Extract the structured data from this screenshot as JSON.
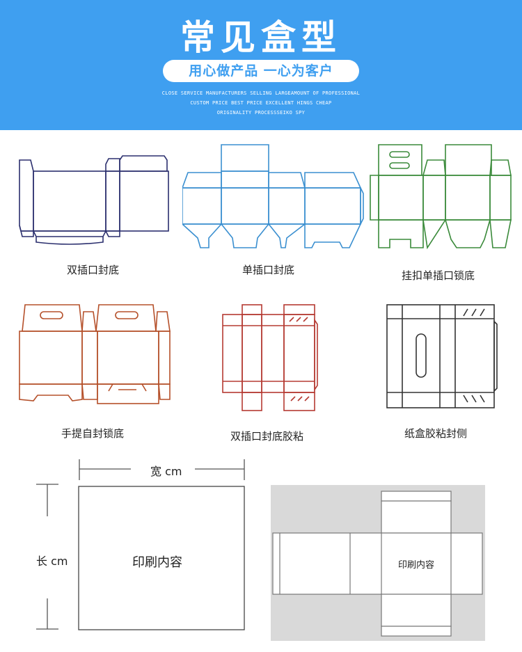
{
  "header": {
    "title": "常见盒型",
    "slogan": "用心做产品  一心为客户",
    "tagline": [
      "CLOSE SERVICE MANUFACTURERS SELLING LARGEAMOUNT OF PROFESSIONAL",
      "CUSTOM PRICE BEST PRICE EXCELLENT HINGS CHEAP",
      "ORIGINALITY PROCESSSEIKO SPY"
    ]
  },
  "box_types": [
    {
      "label": "双插口封底",
      "color": "#2b2f6e"
    },
    {
      "label": "单插口封底",
      "color": "#3a8fd0"
    },
    {
      "label": "挂扣单插口锁底",
      "color": "#3a8a3a"
    },
    {
      "label": "手提自封锁底",
      "color": "#b5502a"
    },
    {
      "label": "双插口封底胶粘",
      "color": "#b53a32"
    },
    {
      "label": "纸盒胶粘封侧",
      "color": "#333333"
    }
  ],
  "dimensions": {
    "width_label": "宽 cm",
    "length_label": "长 cm",
    "print_label": "印刷内容",
    "unfolded_print_label": "印刷内容"
  }
}
